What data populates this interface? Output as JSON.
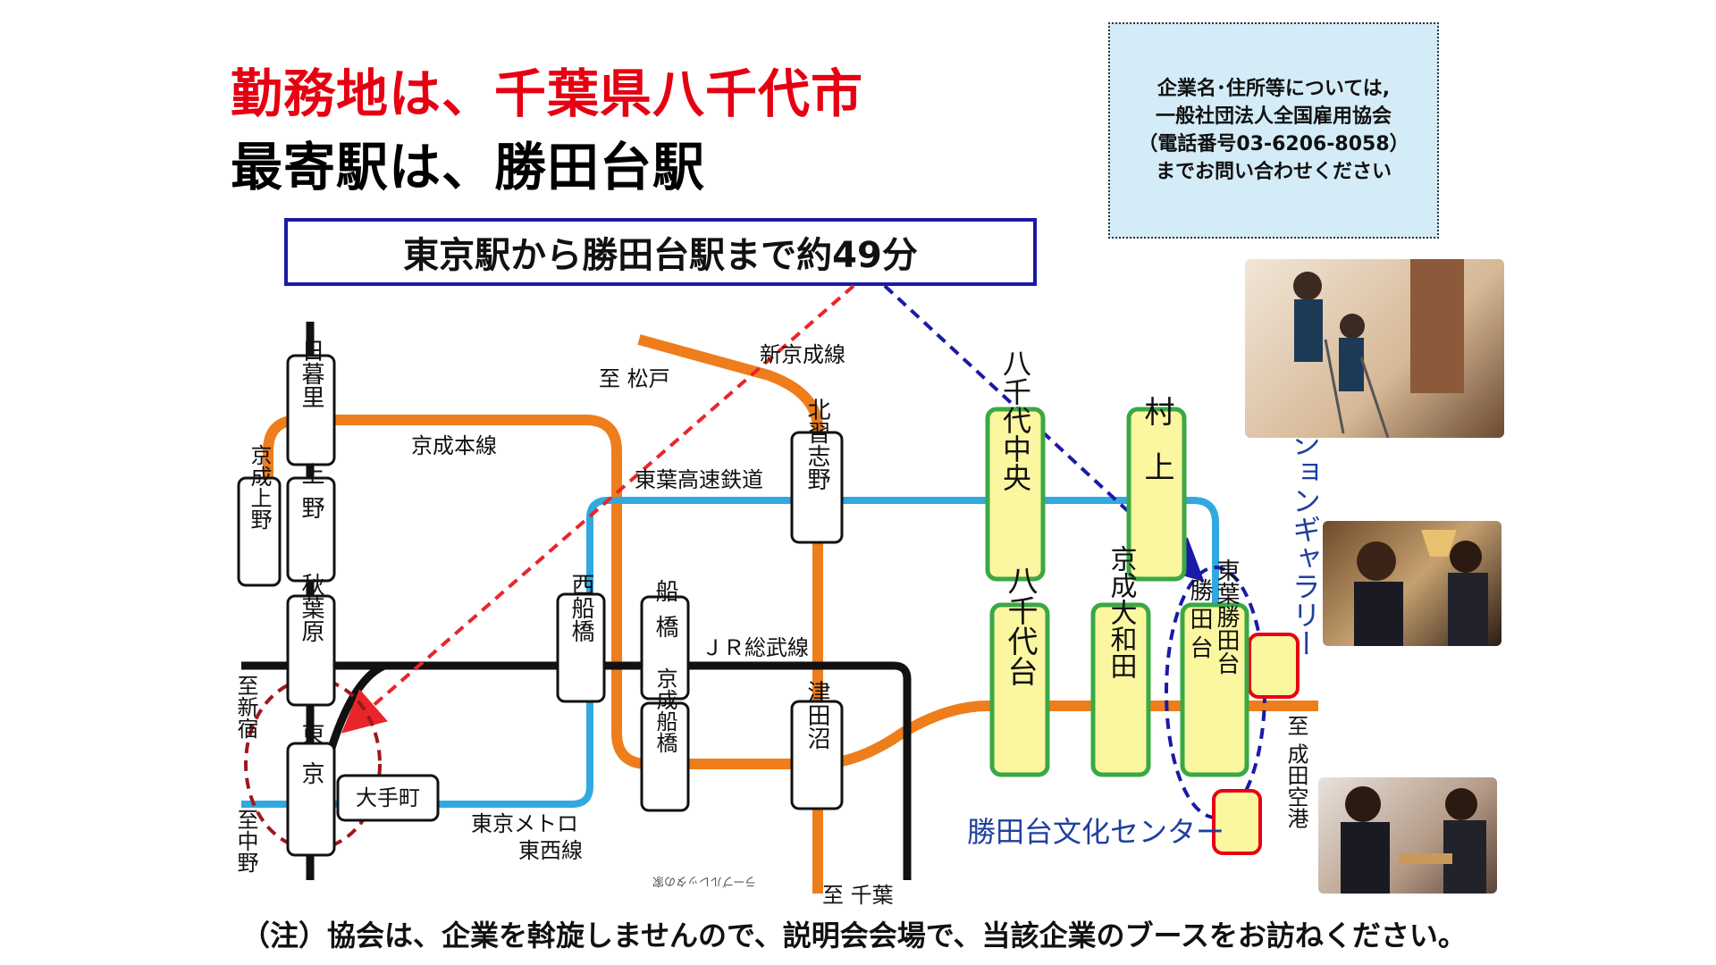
{
  "header": {
    "title_line1": "勤務地は、千葉県八千代市",
    "title_line2": "最寄駅は、勝田台駅"
  },
  "info_box": {
    "lines": [
      "企業名･住所等については,",
      "一般社団法人全国雇用協会",
      "（電話番号03-6206-8058）",
      "までお問い合わせください"
    ]
  },
  "time_box": {
    "text": "東京駅から勝田台駅まで約49分"
  },
  "stations": {
    "nippori": "日暮里",
    "ueno": "上野",
    "keisei_ueno": "京成上野",
    "akihabara": "秋葉原",
    "tokyo": "東京",
    "otemachi": "大手町",
    "nishifunabashi": "西船橋",
    "funabashi": "船橋",
    "keisei_funabashi": "京成船橋",
    "kitanarashino": "北習志野",
    "tsudanuma": "津田沼",
    "yachiyo_chuo": "八千代中央",
    "murakami": "村上",
    "yachiyodai": "八千代台",
    "keisei_owada": "京成大和田",
    "toyo_katsutadai": "東葉勝田台",
    "katsutadai": "勝田台"
  },
  "lines": {
    "keisei_main": "京成本線",
    "shin_keisei": "新京成線",
    "toyo_rapid": "東葉高速鉄道",
    "jr_sobu": "ＪＲ総武線",
    "tokyo_metro_line1": "東京メトロ",
    "tokyo_metro_line2": "東西線"
  },
  "destinations": {
    "matsudo": "至 松戸",
    "shinjuku": "至新宿",
    "nakano": "至中野",
    "chiba": "至 千葉",
    "narita": "至 成田空港"
  },
  "landmarks": {
    "culture_center": "勝田台文化センター",
    "gallery": "ションギャラリー"
  },
  "credit": "ラーブルレッタの家",
  "footnote": "（注）協会は、企業を斡旋しませんので、説明会会場で、当該企業のブースをお訪ねください。",
  "colors": {
    "title_red": "#e60012",
    "keisei_orange": "#ee7d1c",
    "toyo_blue": "#31a9e0",
    "jr_black": "#111111",
    "station_green": "#3aa845",
    "station_yellow": "#fbf6a0",
    "time_box_border": "#1a1aa6",
    "info_box_bg": "#d4ecf8"
  }
}
